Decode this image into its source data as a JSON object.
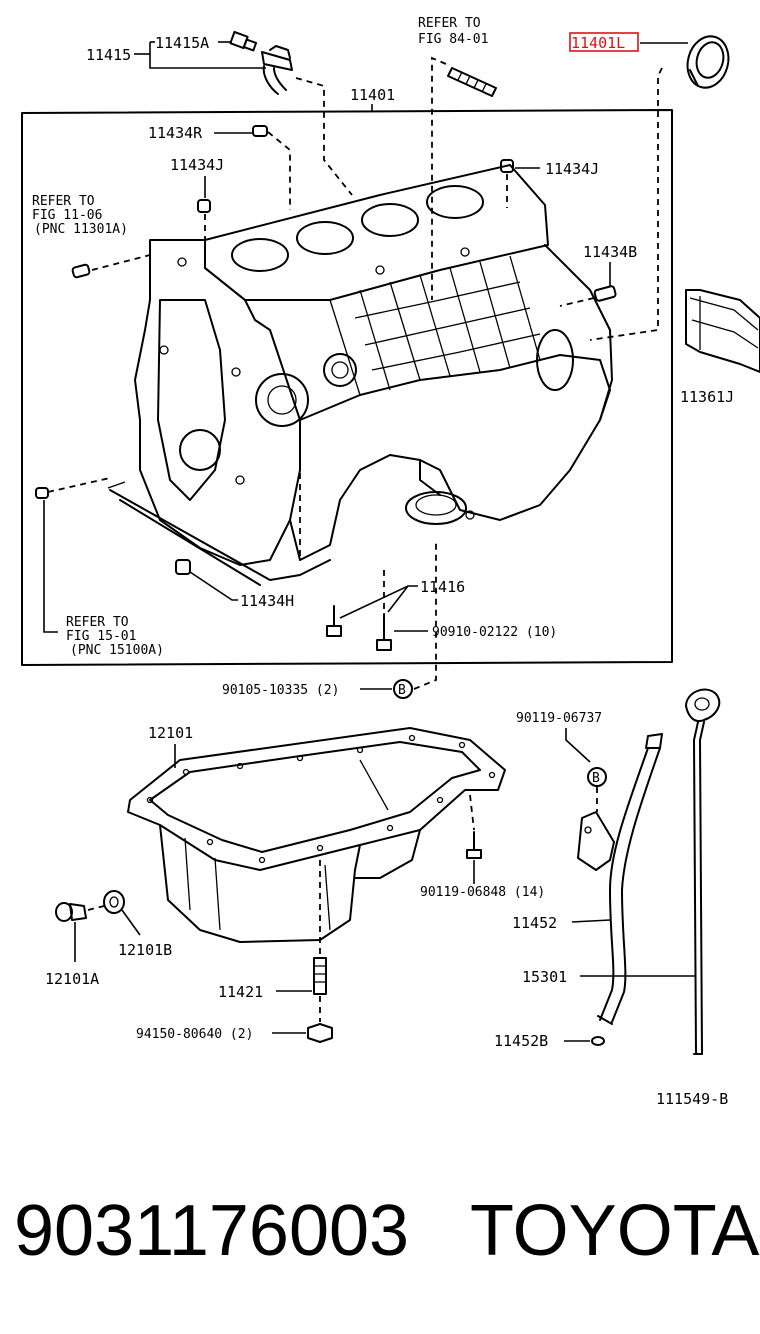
{
  "diagram": {
    "labels": {
      "c11415": "11415",
      "c11415A": "11415A",
      "refer84_1": "REFER TO",
      "refer84_2": "FIG 84-01",
      "c11401_hl": "11401L",
      "c11401": "11401",
      "c11434R": "11434R",
      "c11434J_left": "11434J",
      "c11434J_right": "11434J",
      "refer11_1": "REFER TO",
      "refer11_2": "FIG 11-06",
      "refer11_3": "(PNC 11301A)",
      "c11434B": "11434B",
      "c11361J": "11361J",
      "c11416": "11416",
      "c11434H": "11434H",
      "refer15_1": "REFER TO",
      "refer15_2": "FIG 15-01",
      "refer15_3": "(PNC 15100A)",
      "c90910": "90910-02122 (10)",
      "c90105": "90105-10335 (2)",
      "c12101": "12101",
      "c90119_06737": "90119-06737",
      "c90119_06848": "90119-06848 (14)",
      "c12101B": "12101B",
      "c12101A": "12101A",
      "c11452": "11452",
      "c15301": "15301",
      "c11421": "11421",
      "c94150": "94150-80640 (2)",
      "c11452B": "11452B",
      "c111549B": "111549-B",
      "b_ref": "B"
    },
    "highlight_color": "#e0101a"
  },
  "footer": {
    "part_number": "9031176003",
    "brand": "TOYOTA"
  }
}
